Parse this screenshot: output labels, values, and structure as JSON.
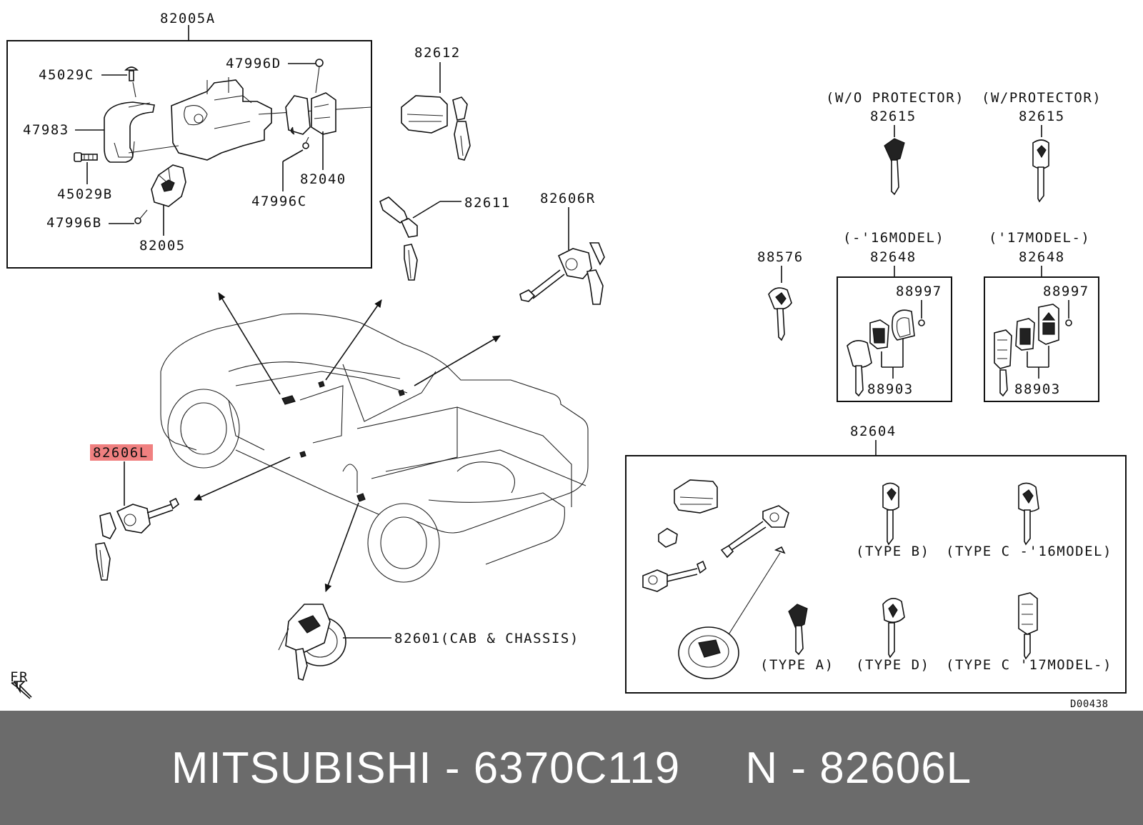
{
  "diagram": {
    "labels": {
      "l82005A": "82005A",
      "l45029C": "45029C",
      "l47996D": "47996D",
      "l47983": "47983",
      "l45029B": "45029B",
      "l47996B": "47996B",
      "l82005": "82005",
      "l82040": "82040",
      "l47996C": "47996C",
      "l82612": "82612",
      "l82611": "82611",
      "l82606R": "82606R",
      "l82606L": "82606L",
      "l82601": "82601(CAB & CHASSIS)",
      "lFR": "FR",
      "lWO": "(W/O PROTECTOR)",
      "lW": "(W/PROTECTOR)",
      "l82615a": "82615",
      "l82615b": "82615",
      "l88576": "88576",
      "l16model": "(-'16MODEL)",
      "l17model": "('17MODEL-)",
      "l82648a": "82648",
      "l82648b": "82648",
      "l88997a": "88997",
      "l88997b": "88997",
      "l88903a": "88903",
      "l88903b": "88903",
      "l82604": "82604",
      "lTypeB": "(TYPE B)",
      "lTypeC16": "(TYPE C -'16MODEL)",
      "lTypeA": "(TYPE A)",
      "lTypeD": "(TYPE D)",
      "lTypeC17": "(TYPE C '17MODEL-)",
      "lCode": "D00438"
    },
    "highlight_color": "#f08080"
  },
  "footer": {
    "text": "MITSUBISHI - 6370C119     N - 82606L",
    "background": "#6b6b6b"
  }
}
